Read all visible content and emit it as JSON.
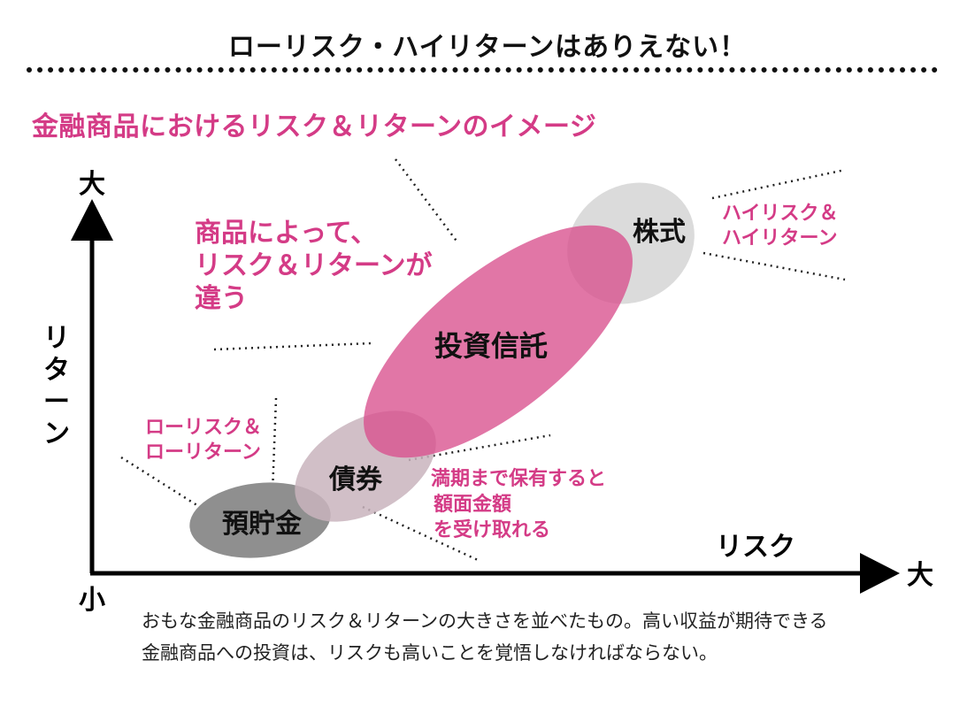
{
  "title": "ローリスク・ハイリターンはありえない！",
  "subtitle": "金融商品におけるリスク＆リターンのイメージ",
  "axes": {
    "y_high": "大",
    "y_label_chars": [
      "リ",
      "タ",
      "ー",
      "ン"
    ],
    "origin": "小",
    "x_label": "リスク",
    "x_high": "大"
  },
  "products": {
    "deposit": "預貯金",
    "bond": "債券",
    "fund": "投資信託",
    "stock": "株式"
  },
  "annotations": {
    "varies": [
      "商品によって、",
      "リスク＆リターンが",
      "違う"
    ],
    "low": [
      "ローリスク＆",
      "ローリターン"
    ],
    "high": [
      "ハイリスク＆",
      "ハイリターン"
    ],
    "bond_note": [
      "満期まで保有すると",
      "額面金額",
      "を受け取れる"
    ]
  },
  "caption": "おもな金融商品のリスク＆リターンの大きさを並べたもの。高い収益が期待できる金融商品への投資は、リスクも高いことを覚悟しなければならない。",
  "colors": {
    "accent": "#d43b86",
    "fund_fill": "#dc6f9f",
    "bond_fill": "#c9b4bd",
    "deposit_fill": "#8f8f8f",
    "stock_fill": "#d8d8d8",
    "axis": "#000000"
  }
}
